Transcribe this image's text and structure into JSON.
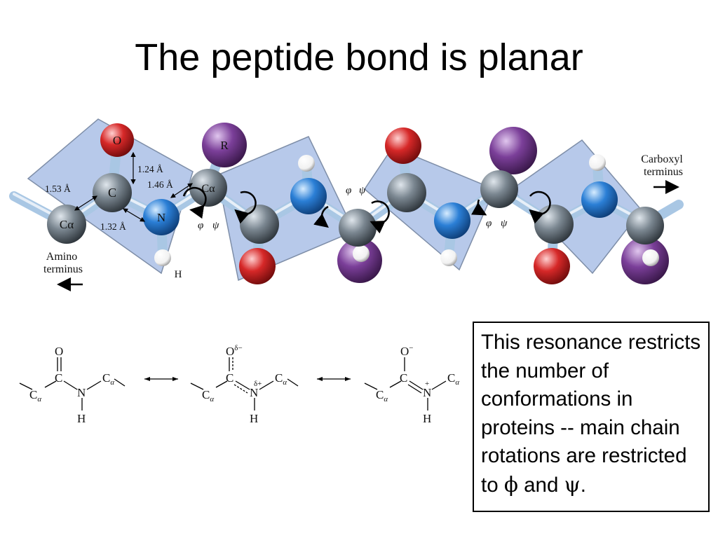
{
  "title": "The peptide bond is planar",
  "figure": {
    "labels": {
      "oxygen": "O",
      "carbonyl_carbon": "C",
      "nitrogen": "N",
      "hydrogen": "H",
      "r_group": "R",
      "c_alpha": "Cα",
      "phi": "φ",
      "psi": "ψ",
      "amino_terminus": [
        "Amino",
        "terminus"
      ],
      "carboxyl_terminus": [
        "Carboxyl",
        "terminus"
      ]
    },
    "bond_lengths": {
      "calpha_c": "1.53 Å",
      "c_o": "1.24 Å",
      "c_n": "1.32 Å",
      "n_calpha": "1.46 Å"
    },
    "colors": {
      "plane": "#b7c9ea",
      "carbon": "#7b8791",
      "oxygen": "#d62828",
      "nitrogen": "#2b7fd6",
      "r_group": "#7b3f99",
      "hydrogen": "#ffffff",
      "bond": "#a9c7e4"
    }
  },
  "resonance": {
    "oxygen": "O",
    "carbon": "C",
    "nitrogen": "N",
    "hydrogen": "H",
    "c_alpha": "C",
    "alpha_sub": "α",
    "delta_minus": "δ−",
    "delta_plus": "δ+",
    "minus": "−",
    "plus": "+"
  },
  "note": {
    "text": "This resonance restricts the number of conformations in proteins -- main chain rotations are restricted to",
    "phi": "ϕ",
    "and": "and",
    "psi": "ψ",
    "end": "."
  }
}
